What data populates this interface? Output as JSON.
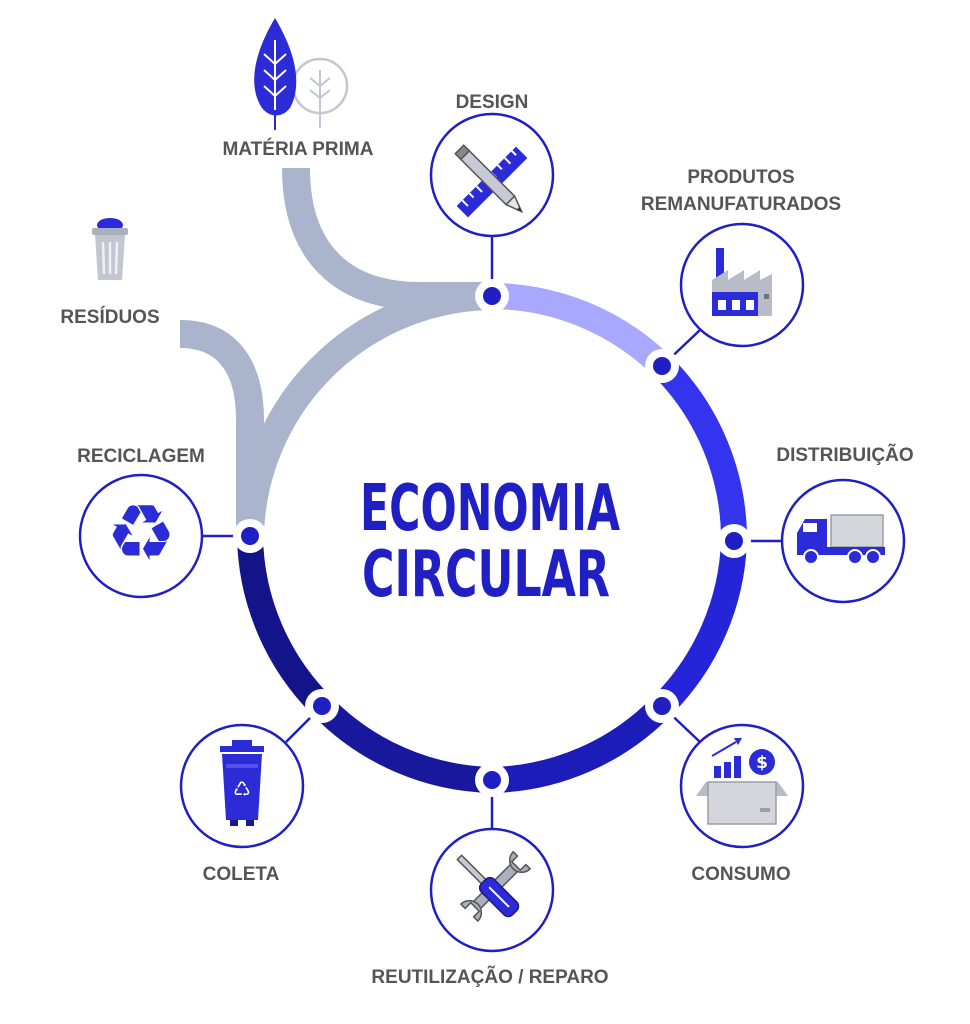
{
  "title": {
    "line1": "ECONOMIA",
    "line2": "CIRCULAR"
  },
  "stages": {
    "design": "DESIGN",
    "remanufaturados_1": "PRODUTOS",
    "remanufaturados_2": "REMANUFATURADOS",
    "distribuicao": "DISTRIBUIÇÃO",
    "consumo": "CONSUMO",
    "reutilizacao": "REUTILIZAÇÃO / REPARO",
    "coleta": "COLETA",
    "reciclagem": "RECICLAGEM"
  },
  "inputs": {
    "materia_prima": "MATÉRIA PRIMA",
    "residuos": "RESÍDUOS"
  },
  "icons": {
    "design": "pencil-ruler-icon",
    "remanufaturados": "factory-icon",
    "distribuicao": "truck-icon",
    "consumo": "box-chart-dollar-icon",
    "reutilizacao": "wrench-screwdriver-icon",
    "coleta": "recycle-bin-icon",
    "reciclagem": "recycle-icon",
    "materia_prima": "trees-icon",
    "residuos": "trash-can-icon"
  },
  "colors": {
    "primary": "#1f1fc4",
    "light_arc": "#a8a8ff",
    "flow_gray": "#aab4cc",
    "label": "#555555"
  }
}
